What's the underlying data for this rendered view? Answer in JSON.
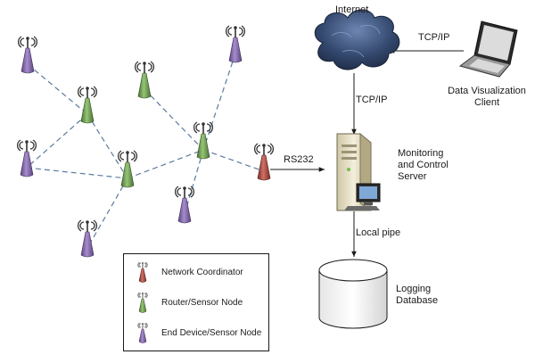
{
  "labels": {
    "internet": "Internet",
    "tcpip_client": "TCP/IP",
    "tcpip_server": "TCP/IP",
    "client_line1": "Data Visualization",
    "client_line2": "Client",
    "server_line1": "Monitoring",
    "server_line2": "and Control",
    "server_line3": "Server",
    "rs232": "RS232",
    "local_pipe": "Local pipe",
    "db_line1": "Logging",
    "db_line2": "Database"
  },
  "legend": {
    "items": [
      {
        "label": "Network Coordinator",
        "color": "#a6463e"
      },
      {
        "label": "Router/Sensor Node",
        "color": "#6f9c4e"
      },
      {
        "label": "End Device/Sensor Node",
        "color": "#8569a6"
      }
    ]
  },
  "colors": {
    "coordinator": "#a6463e",
    "router": "#6f9c4e",
    "end_device": "#8569a6",
    "mesh_link": "#5a7aa0",
    "cloud": "#2c3f63"
  },
  "mesh": {
    "nodes": [
      {
        "id": "e1",
        "type": "end_device"
      },
      {
        "id": "e2",
        "type": "end_device"
      },
      {
        "id": "e3",
        "type": "end_device"
      },
      {
        "id": "e4",
        "type": "end_device"
      },
      {
        "id": "e5",
        "type": "end_device"
      },
      {
        "id": "r1",
        "type": "router"
      },
      {
        "id": "r2",
        "type": "router"
      },
      {
        "id": "r3",
        "type": "router"
      },
      {
        "id": "r4",
        "type": "router"
      },
      {
        "id": "c1",
        "type": "coordinator"
      }
    ],
    "links": [
      [
        "e1",
        "r1"
      ],
      [
        "r1",
        "e2"
      ],
      [
        "r1",
        "r3"
      ],
      [
        "e2",
        "r3"
      ],
      [
        "r3",
        "r4"
      ],
      [
        "r3",
        "e4"
      ],
      [
        "r2",
        "r4"
      ],
      [
        "e3",
        "r4"
      ],
      [
        "r4",
        "e5"
      ],
      [
        "r4",
        "c1"
      ]
    ]
  }
}
